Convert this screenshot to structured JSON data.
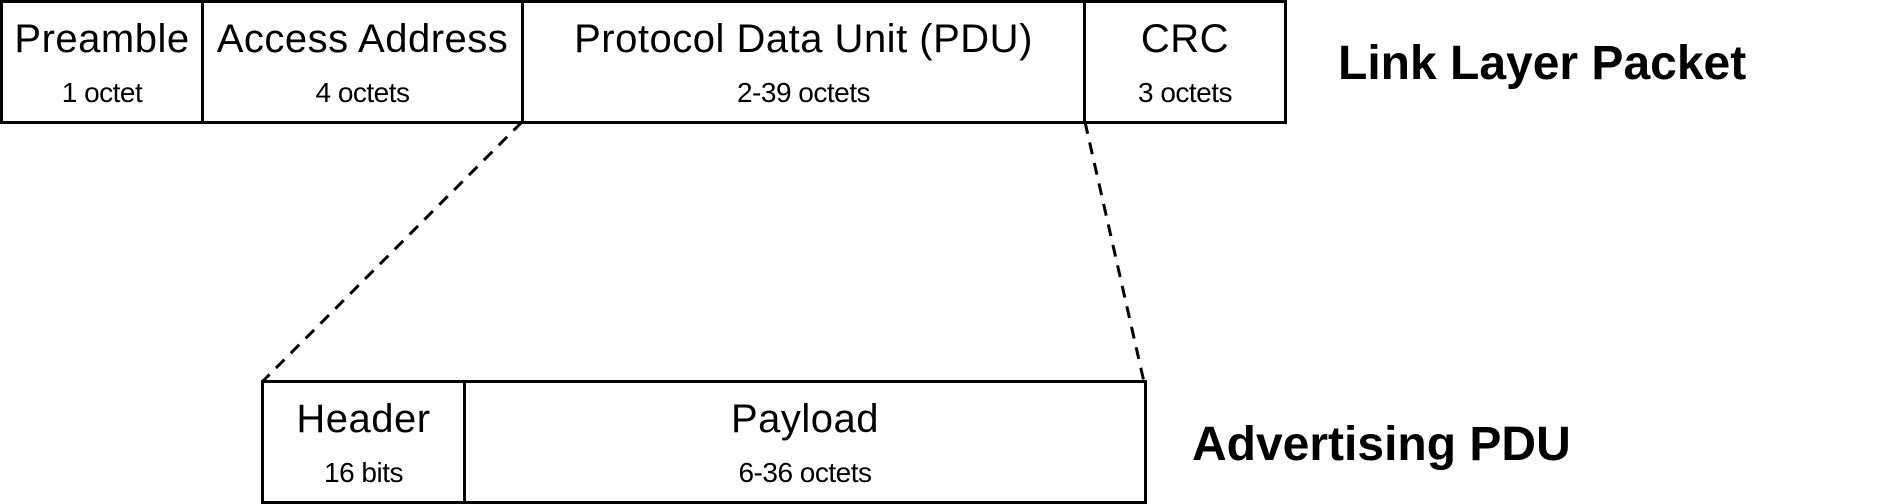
{
  "link_layer_packet": {
    "label": "Link Layer Packet",
    "fields": [
      {
        "name": "Preamble",
        "size": "1 octet"
      },
      {
        "name": "Access Address",
        "size": "4 octets"
      },
      {
        "name": "Protocol Data Unit (PDU)",
        "size": "2-39 octets"
      },
      {
        "name": "CRC",
        "size": "3 octets"
      }
    ]
  },
  "advertising_pdu": {
    "label": "Advertising PDU",
    "fields": [
      {
        "name": "Header",
        "size": "16 bits"
      },
      {
        "name": "Payload",
        "size": "6-36 octets"
      }
    ]
  },
  "colors": {
    "stroke": "#000000",
    "background": "#ffffff"
  }
}
